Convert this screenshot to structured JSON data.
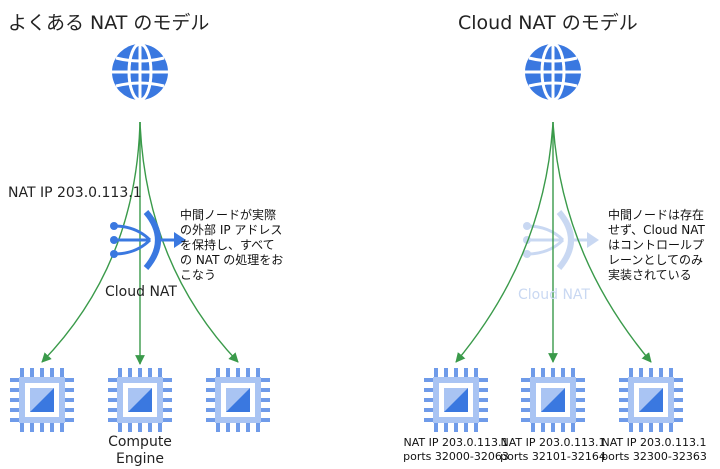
{
  "left": {
    "title": "よくある NAT のモデル",
    "nat_ip_label": "NAT IP 203.0.113.1",
    "cloud_nat_label": "Cloud NAT",
    "note_lines": [
      "中間ノードが実際",
      "の外部 IP アドレス",
      "を保持し、すべて",
      "の NAT の処理をお",
      "こなう"
    ],
    "vm_label_lines": [
      "Compute",
      "Engine"
    ]
  },
  "right": {
    "title": "Cloud NAT のモデル",
    "cloud_nat_label": "Cloud NAT",
    "note_lines": [
      "中間ノードは存在",
      "せず、Cloud NAT",
      "はコントロールプ",
      "レーンとしてのみ",
      "実装されている"
    ],
    "vms": [
      {
        "ip": "NAT IP 203.0.113.1",
        "ports": "ports 32000-32063"
      },
      {
        "ip": "NAT IP 203.0.113.1",
        "ports": "ports 32101-32164"
      },
      {
        "ip": "NAT IP 203.0.113.1",
        "ports": "ports 32300-32363"
      }
    ]
  },
  "colors": {
    "globe_blue": "#3a78e0",
    "chip_blue": "#5a8ee8",
    "chip_light": "#a9c4f3",
    "arrow_green": "#3a9a4a",
    "nat_faded": "#c9d8f2"
  },
  "icons": {
    "internet": "globe-icon",
    "nat_gateway": "cloud-nat-icon",
    "vm": "compute-engine-chip-icon"
  }
}
